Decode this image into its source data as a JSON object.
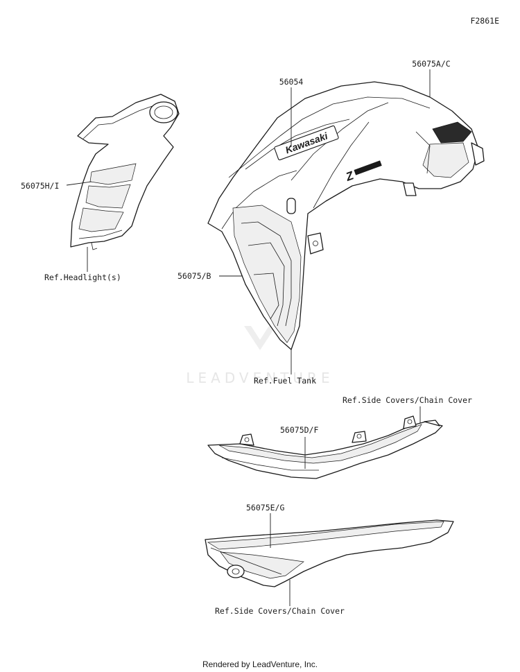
{
  "figure_code": "F2861E",
  "callouts": {
    "p56054": "56054",
    "p56075ac": "56075A/C",
    "p56075hi": "56075H/I",
    "p56075b": "56075/B",
    "p56075df": "56075D/F",
    "p56075eg": "56075E/G"
  },
  "references": {
    "headlight": "Ref.Headlight(s)",
    "fuel_tank": "Ref.Fuel Tank",
    "side_covers_top": "Ref.Side Covers/Chain Cover",
    "side_covers_bottom": "Ref.Side Covers/Chain Cover"
  },
  "decal_text": {
    "brand": "Kawasaki",
    "model": "Z"
  },
  "watermark": "LEADVENTURE",
  "footer": "Rendered by LeadVenture, Inc."
}
